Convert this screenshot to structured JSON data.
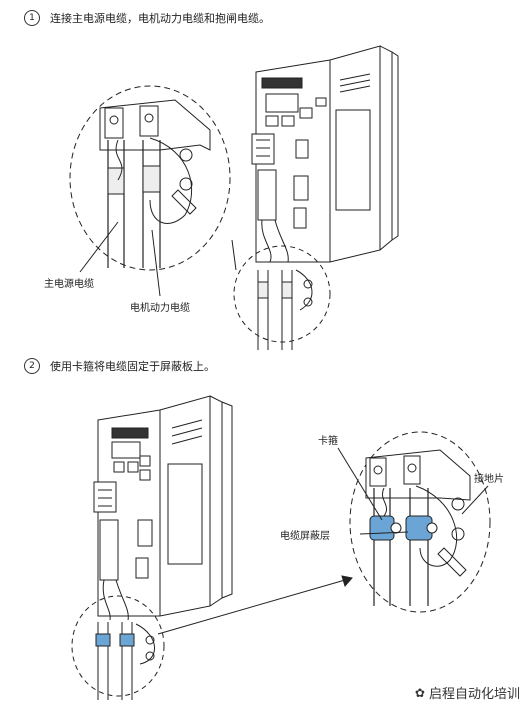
{
  "step1": {
    "number": "1",
    "text": "连接主电源电缆，电机动力电缆和抱闸电缆。"
  },
  "step2": {
    "number": "2",
    "text": "使用卡箍将电缆固定于屏蔽板上。"
  },
  "labels": {
    "main_power_cable": "主电源电缆",
    "motor_power_cable": "电机动力电缆",
    "clamp": "卡箍",
    "ground_plate": "接地片",
    "cable_shield": "电缆屏蔽层"
  },
  "watermark": "启程自动化培训",
  "colors": {
    "clamp_blue": "#6aa5d6",
    "line": "#222222"
  }
}
